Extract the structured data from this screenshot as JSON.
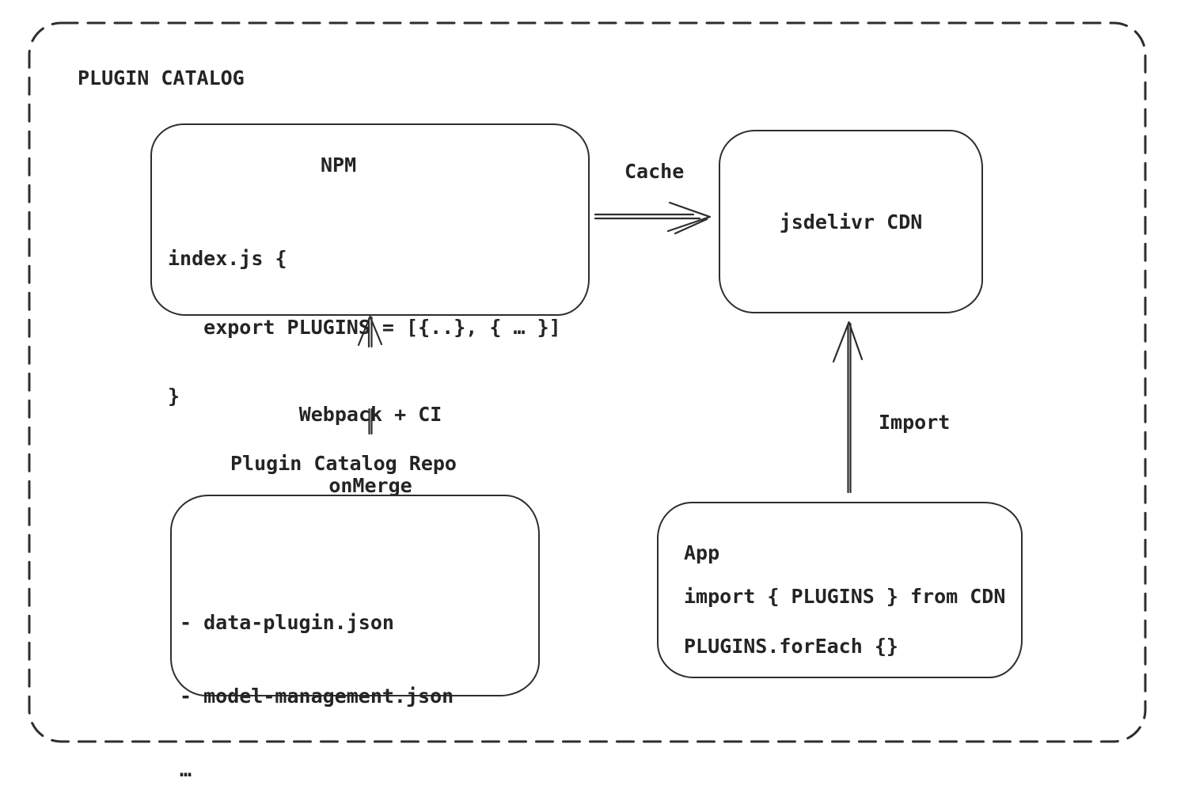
{
  "diagram": {
    "title": "PLUGIN CATALOG",
    "nodes": {
      "npm": {
        "title": "NPM",
        "code_lines": [
          "index.js {",
          "   export PLUGINS = [{..}, { … }]",
          "}"
        ]
      },
      "cdn": {
        "label": "jsdelivr CDN"
      },
      "repo": {
        "caption": "Plugin Catalog Repo",
        "lines": [
          "- data-plugin.json",
          "- model-management.json",
          "…"
        ]
      },
      "app": {
        "title": "App",
        "line_import": "import { PLUGINS } from CDN",
        "line_foreach": "PLUGINS.forEach {}"
      }
    },
    "edges": {
      "cache": {
        "label": "Cache"
      },
      "build": {
        "label_line1": "Webpack + CI",
        "label_line2": "onMerge"
      },
      "import": {
        "label": "Import"
      }
    },
    "colors": {
      "stroke": "#2e2e2e",
      "text": "#242424",
      "background": "#ffffff"
    }
  }
}
